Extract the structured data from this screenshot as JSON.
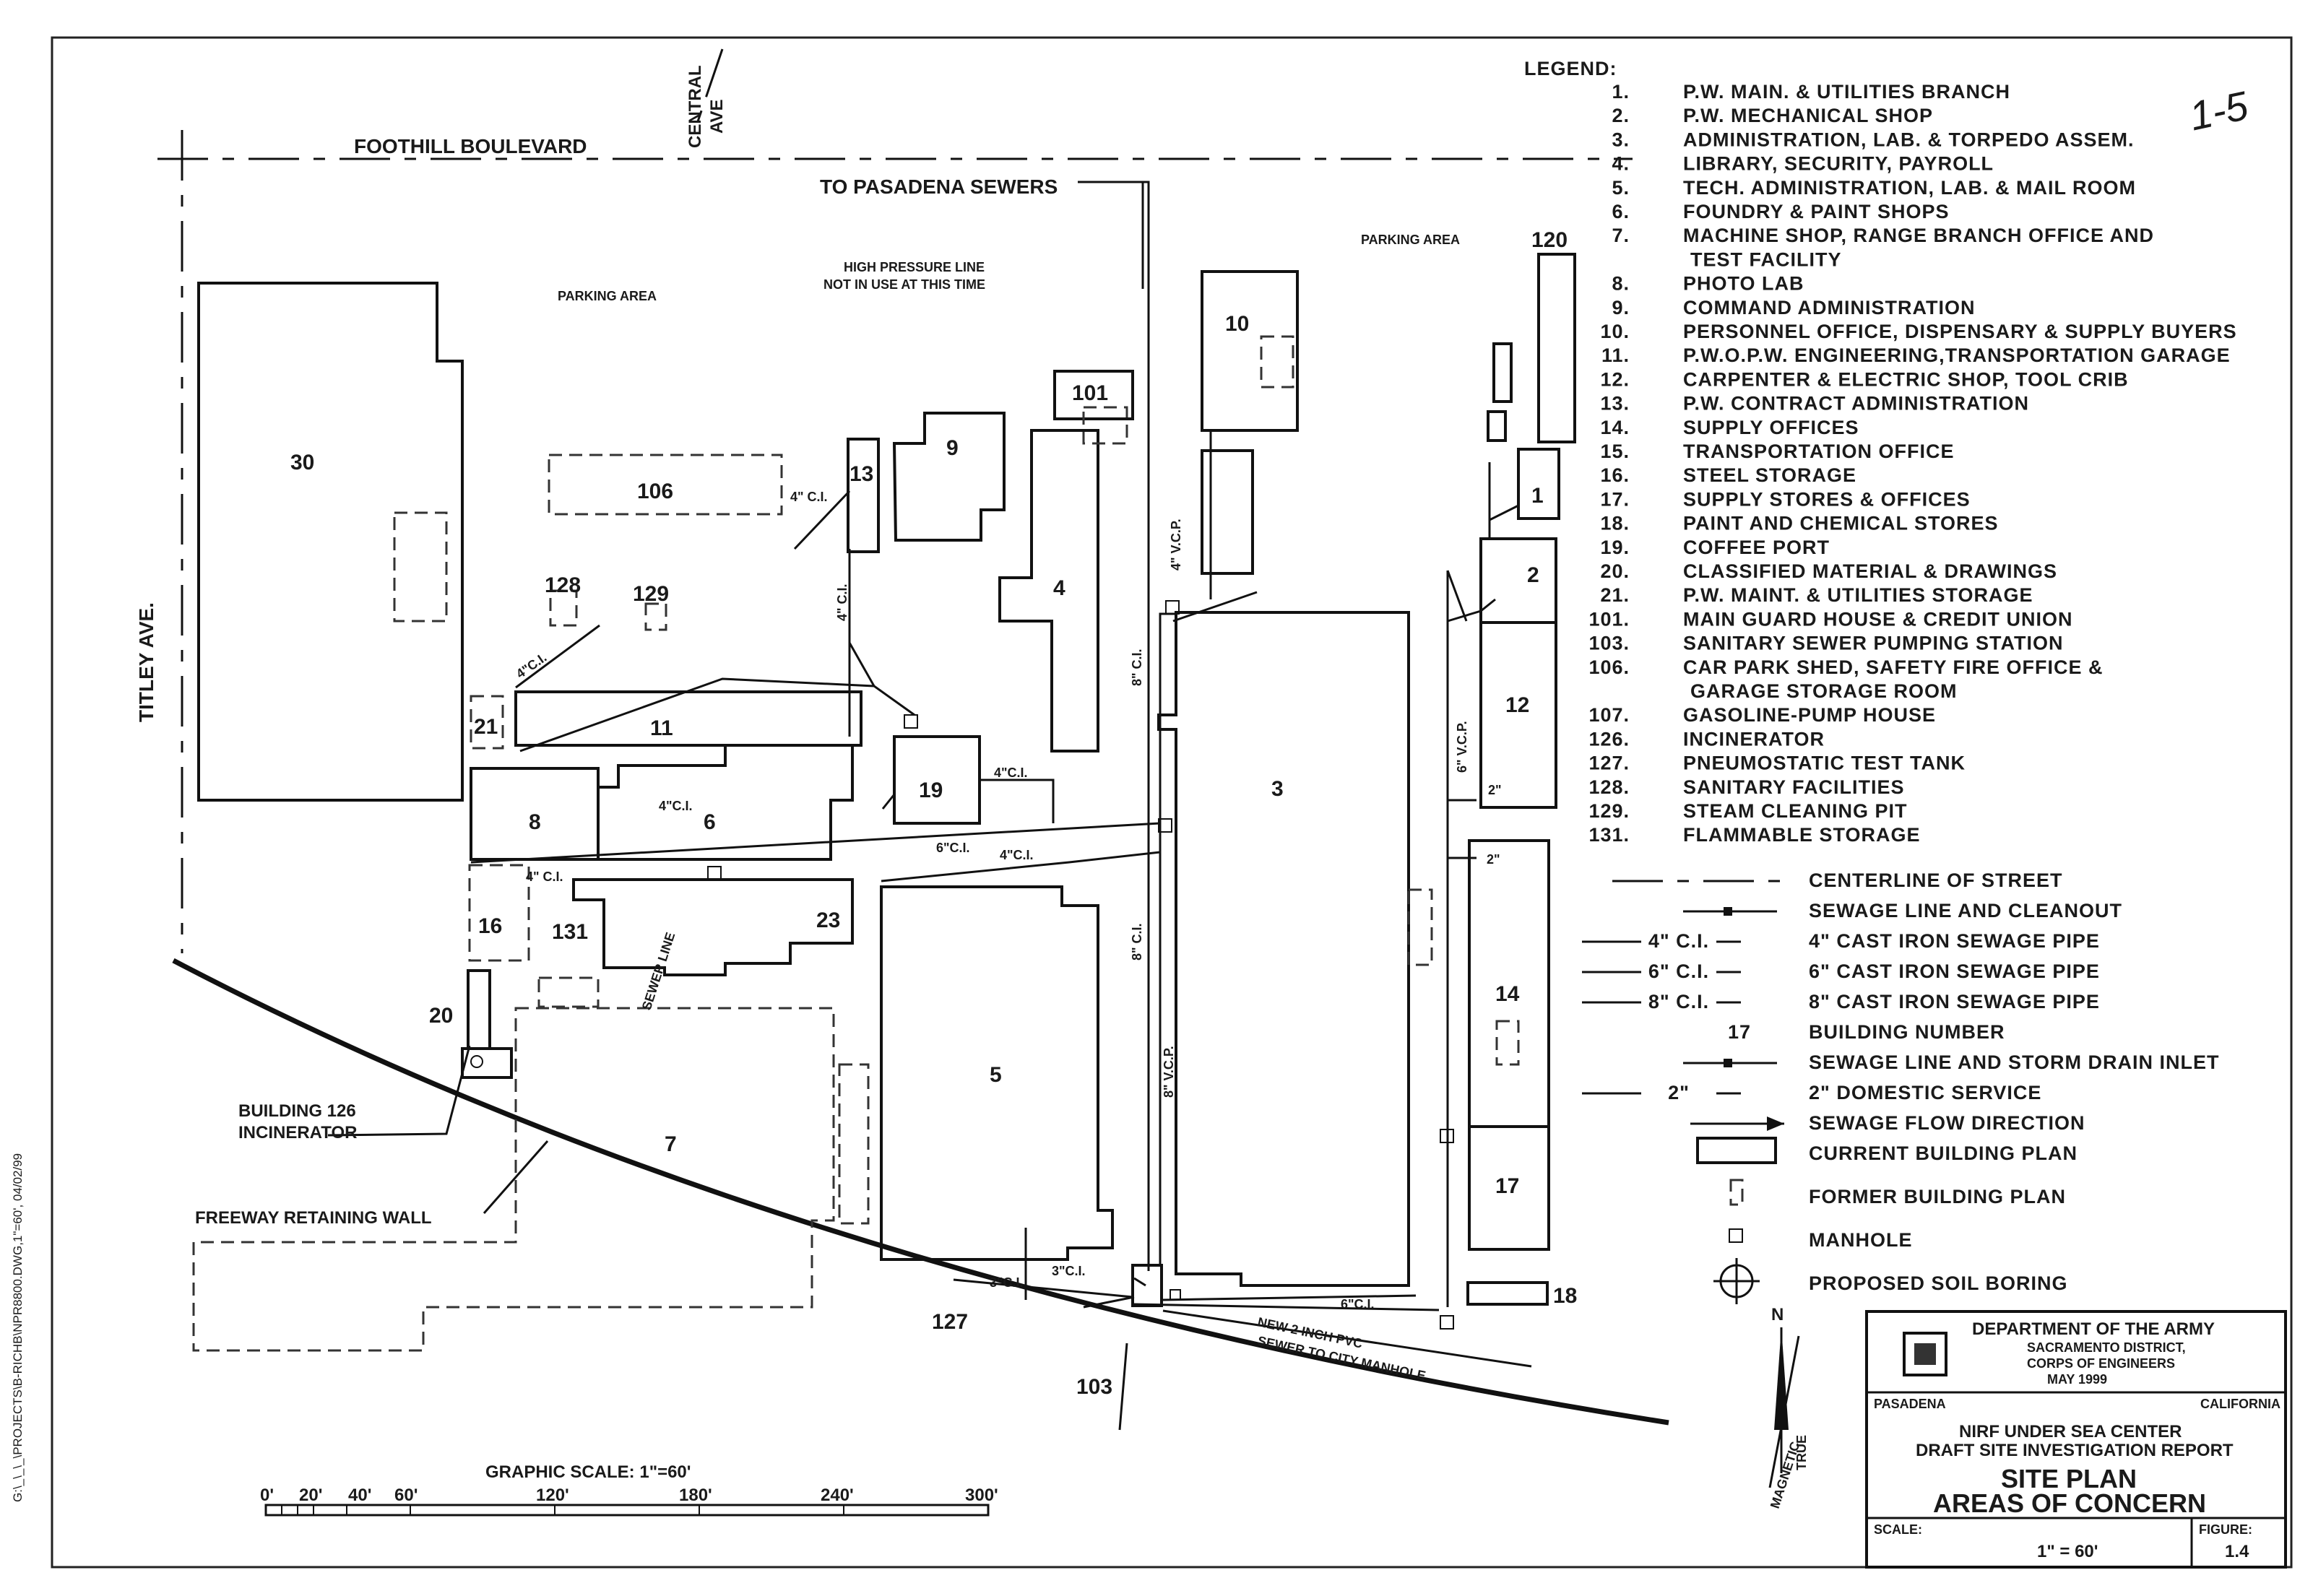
{
  "legend_title": "LEGEND:",
  "legend_items": [
    {
      "num": "1.",
      "text": "P.W. MAIN. & UTILITIES BRANCH"
    },
    {
      "num": "2.",
      "text": "P.W. MECHANICAL SHOP"
    },
    {
      "num": "3.",
      "text": "ADMINISTRATION, LAB. & TORPEDO ASSEM."
    },
    {
      "num": "4.",
      "text": "LIBRARY, SECURITY, PAYROLL"
    },
    {
      "num": "5.",
      "text": "TECH. ADMINISTRATION, LAB. & MAIL ROOM"
    },
    {
      "num": "6.",
      "text": "FOUNDRY & PAINT SHOPS"
    },
    {
      "num": "7.",
      "text": "MACHINE SHOP, RANGE BRANCH OFFICE AND"
    },
    {
      "num": "",
      "text": "TEST FACILITY"
    },
    {
      "num": "8.",
      "text": "PHOTO LAB"
    },
    {
      "num": "9.",
      "text": "COMMAND ADMINISTRATION"
    },
    {
      "num": "10.",
      "text": "PERSONNEL OFFICE, DISPENSARY & SUPPLY BUYERS"
    },
    {
      "num": "11.",
      "text": "P.W.O.P.W. ENGINEERING,TRANSPORTATION GARAGE"
    },
    {
      "num": "12.",
      "text": "CARPENTER & ELECTRIC SHOP, TOOL CRIB"
    },
    {
      "num": "13.",
      "text": "P.W. CONTRACT ADMINISTRATION"
    },
    {
      "num": "14.",
      "text": "SUPPLY OFFICES"
    },
    {
      "num": "15.",
      "text": "TRANSPORTATION OFFICE"
    },
    {
      "num": "16.",
      "text": "STEEL STORAGE"
    },
    {
      "num": "17.",
      "text": "SUPPLY STORES & OFFICES"
    },
    {
      "num": "18.",
      "text": "PAINT AND CHEMICAL STORES"
    },
    {
      "num": "19.",
      "text": "COFFEE PORT"
    },
    {
      "num": "20.",
      "text": "CLASSIFIED MATERIAL & DRAWINGS"
    },
    {
      "num": "21.",
      "text": "P.W. MAINT. & UTILITIES STORAGE"
    },
    {
      "num": "101.",
      "text": "MAIN GUARD HOUSE & CREDIT UNION"
    },
    {
      "num": "103.",
      "text": "SANITARY SEWER PUMPING STATION"
    },
    {
      "num": "106.",
      "text": "CAR PARK SHED, SAFETY FIRE OFFICE &"
    },
    {
      "num": "",
      "text": "GARAGE STORAGE ROOM"
    },
    {
      "num": "107.",
      "text": "GASOLINE-PUMP HOUSE"
    },
    {
      "num": "126.",
      "text": "INCINERATOR"
    },
    {
      "num": "127.",
      "text": "PNEUMOSTATIC TEST TANK"
    },
    {
      "num": "128.",
      "text": "SANITARY FACILITIES"
    },
    {
      "num": "129.",
      "text": "STEAM CLEANING PIT"
    },
    {
      "num": "131.",
      "text": "FLAMMABLE STORAGE"
    }
  ],
  "symbols": [
    {
      "key": "",
      "text": "CENTERLINE OF STREET"
    },
    {
      "key": "",
      "text": "SEWAGE LINE AND CLEANOUT"
    },
    {
      "key": "4\" C.I.",
      "text": "4\" CAST IRON SEWAGE PIPE"
    },
    {
      "key": "6\" C.I.",
      "text": "6\" CAST IRON SEWAGE PIPE"
    },
    {
      "key": "8\" C.I.",
      "text": "8\" CAST IRON SEWAGE PIPE"
    },
    {
      "key": "17",
      "text": "BUILDING NUMBER"
    },
    {
      "key": "",
      "text": "SEWAGE LINE AND STORM DRAIN INLET"
    },
    {
      "key": "2\"",
      "text": "2\" DOMESTIC SERVICE"
    },
    {
      "key": "",
      "text": "SEWAGE FLOW DIRECTION"
    },
    {
      "key": "",
      "text": "CURRENT BUILDING PLAN"
    },
    {
      "key": "",
      "text": "FORMER BUILDING PLAN"
    },
    {
      "key": "",
      "text": "MANHOLE"
    },
    {
      "key": "",
      "text": "PROPOSED SOIL BORING"
    }
  ],
  "map_labels": {
    "foothill": "FOOTHILL BOULEVARD",
    "central_1": "CENTRAL",
    "central_2": "AVE",
    "titley": "TITLEY AVE.",
    "to_pasadena": "TO PASADENA SEWERS",
    "hp_line_1": "HIGH PRESSURE LINE",
    "hp_line_2": "NOT IN USE AT THIS TIME",
    "parking_1": "PARKING AREA",
    "parking_2": "PARKING AREA",
    "incinerator_1": "BUILDING 126",
    "incinerator_2": "INCINERATOR",
    "freeway": "FREEWAY RETAINING WALL",
    "sewer_line": "SEWER LINE",
    "new_pvc_1": "NEW 2 INCH PVC",
    "new_pvc_2": "SEWER TO CITY MANHOLE",
    "handwritten": "1-5",
    "north": "N",
    "magnetic": "MAGNETIC",
    "true_n": "TRUE",
    "margin_path": "G:\\_\\_\\_\\PROJECTS\\B-RICHB\\NPR8800.DWG,1\"=60', 04/02/99"
  },
  "pipe_labels": {
    "p1": "4\" C.I.",
    "p2": "4\" C.I.",
    "p3": "4\"C.I.",
    "p4": "4\"C.I.",
    "p5": "4\" C.I.",
    "p6": "4\"C.I.",
    "p7": "6\"C.I.",
    "p8": "4\"C.I.",
    "p9": "8\" C.I.",
    "p10": "4\" V.C.P.",
    "p11": "8\" C.I.",
    "p12": "8\" V.C.P.",
    "p13": "6\" V.C.P.",
    "p14": "2\"",
    "p15": "2\"",
    "p16": "3\"C.I.",
    "p17": "3\"C.I.",
    "p18": "6\"C.I."
  },
  "buildings": {
    "b30": "30",
    "b106": "106",
    "b13": "13",
    "b9": "9",
    "b101": "101",
    "b10": "10",
    "b120": "120",
    "b1": "1",
    "b2": "2",
    "b12": "12",
    "b4": "4",
    "b128": "128",
    "b129": "129",
    "b11": "11",
    "b21": "21",
    "b8": "8",
    "b6": "6",
    "b19": "19",
    "b3": "3",
    "b16": "16",
    "b131": "131",
    "b23": "23",
    "b5": "5",
    "b14": "14",
    "b17": "17",
    "b18": "18",
    "b20": "20",
    "b7": "7",
    "b127": "127",
    "b103": "103"
  },
  "scale": {
    "title": "GRAPHIC SCALE: 1\"=60'",
    "ticks": [
      "0'",
      "20'",
      "40'",
      "60'",
      "120'",
      "180'",
      "240'",
      "300'"
    ]
  },
  "title_block": {
    "dept": "DEPARTMENT OF THE ARMY",
    "district": "SACRAMENTO DISTRICT,",
    "corps": "CORPS OF ENGINEERS",
    "date": "MAY 1999",
    "city": "PASADENA",
    "state": "CALIFORNIA",
    "project_1": "NIRF UNDER SEA CENTER",
    "project_2": "DRAFT SITE INVESTIGATION REPORT",
    "title_1": "SITE PLAN",
    "title_2": "AREAS OF CONCERN",
    "scale_label": "SCALE:",
    "scale_value": "1\" = 60'",
    "figure_label": "FIGURE:",
    "figure_value": "1.4"
  }
}
